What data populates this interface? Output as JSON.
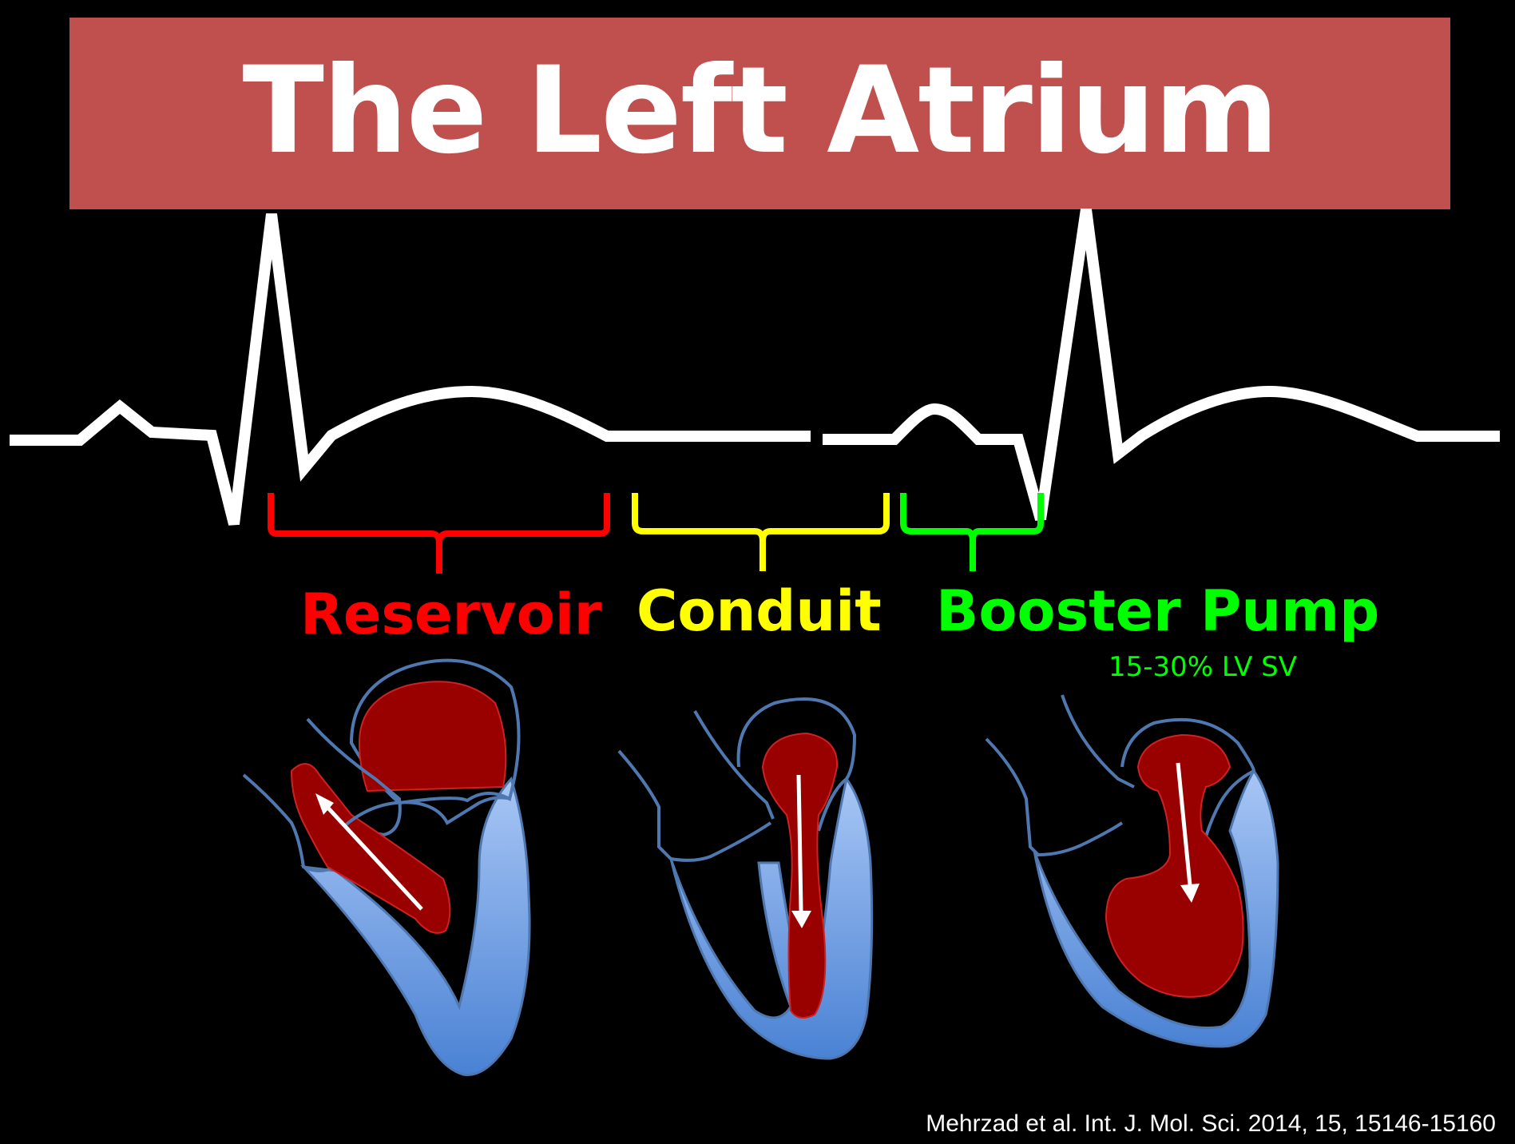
{
  "title": "The Left Atrium",
  "phases": [
    {
      "label": "Reservoir",
      "color": "#ff0000"
    },
    {
      "label": "Conduit",
      "color": "#ffff00"
    },
    {
      "label": "Booster Pump",
      "color": "#00ff00",
      "note": "15-30% LV SV"
    }
  ],
  "citation": "Mehrzad et al. Int. J. Mol. Sci. 2014, 15, 15146-15160",
  "colors": {
    "title_bar": "#c0504d",
    "ecg": "#ffffff",
    "blood": "#990000",
    "myocardium": "#5b8fd6",
    "outline": "#4f78b0"
  }
}
